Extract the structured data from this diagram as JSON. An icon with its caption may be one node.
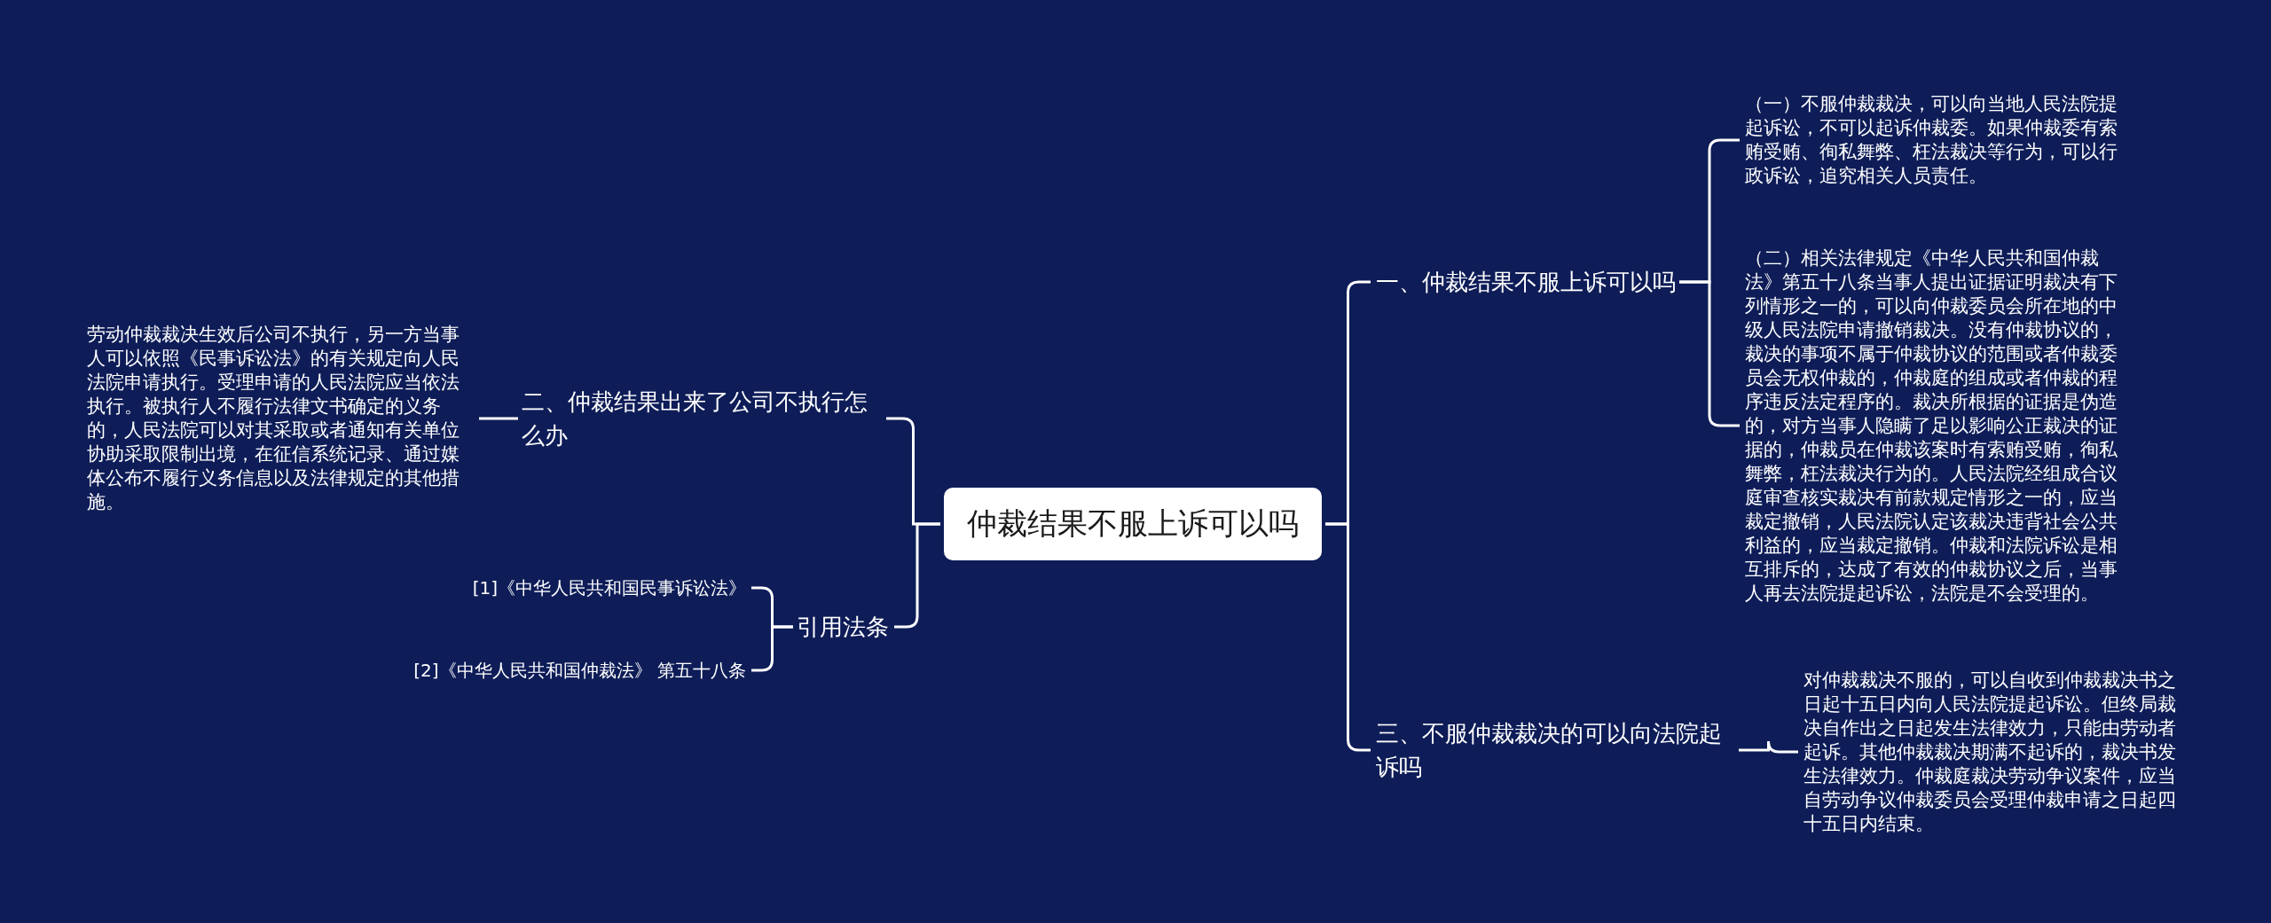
{
  "diagram": {
    "nodes": [
      {
        "text": [
          "仲裁结果不服上诉可以吗"
        ]
      },
      {
        "text": [
          "一、仲裁结果不服上诉可以吗"
        ]
      },
      {
        "text": [
          "（一）不服仲裁裁决，可以向当地人民法院提起诉讼，不可以起诉仲裁委。如果仲裁委有索贿受贿、徇私舞弊、枉法裁决等行为，可以行政诉讼，追究相关人员责任。"
        ]
      },
      {
        "text": [
          "（二）相关法律规定《中华人民共和国仲裁法》第五十八条当事人提出证据证明裁决有下列情形之一的，可以向仲裁委员会所在地的中级人民法院申请撤销裁决。没有仲裁协议的，裁决的事项不属于仲裁协议的范围或者仲裁委员会无权仲裁的，仲裁庭的组成或者仲裁的程序违反法定程序的。裁决所根据的证据是伪造的，对方当事人隐瞒了足以影响公正裁决的证据的，仲裁员在仲裁该案时有索贿受贿，徇私舞弊，枉法裁决行为的。人民法院经组成合议庭审查核实裁决有前款规定情形之一的，应当裁定撤销，人民法院认定该裁决违背社会公共利益的，应当裁定撤销。仲裁和法院诉讼是相互排斥的，达成了有效的仲裁协议之后，当事人再去法院提起诉讼，法院是不会受理的。"
        ]
      },
      {
        "text": [
          "三、不服仲裁裁决的可以向法院起诉吗"
        ]
      },
      {
        "text": [
          "对仲裁裁决不服的，可以自收到仲裁裁决书之日起十五日内向人民法院提起诉讼。但终局裁决自作出之日起发生法律效力，只能由劳动者起诉。其他仲裁裁决期满不起诉的，裁决书发生法律效力。仲裁庭裁决劳动争议案件，应当自劳动争议仲裁委员会受理仲裁申请之日起四十五日内结束。"
        ]
      },
      {
        "text": [
          "二、仲裁结果出来了公司不执行怎么办"
        ]
      },
      {
        "text": [
          "劳动仲裁裁决生效后公司不执行，另一方当事人可以依照《民事诉讼法》的有关规定向人民法院申请执行。受理申请的人民法院应当依法执行。被执行人不履行法律文书确定的义务的，人民法院可以对其采取或者通知有关单位协助采取限制出境，在征信系统记录、通过媒体公布不履行义务信息以及法律规定的其他措施。"
        ]
      },
      {
        "text": [
          "引用法条"
        ]
      },
      {
        "text": [
          "[1]《中华人民共和国民事诉讼法》"
        ]
      },
      {
        "text": [
          "[2]《中华人民共和国仲裁法》 第五十八条"
        ]
      }
    ],
    "edges": [
      {
        "from": 0,
        "to": 1,
        "arrow": "none"
      },
      {
        "from": 0,
        "to": 4,
        "arrow": "none"
      },
      {
        "from": 1,
        "to": 2,
        "arrow": "none"
      },
      {
        "from": 1,
        "to": 3,
        "arrow": "none"
      },
      {
        "from": 4,
        "to": 5,
        "arrow": "none"
      },
      {
        "from": 0,
        "to": 6,
        "arrow": "none"
      },
      {
        "from": 0,
        "to": 8,
        "arrow": "none"
      },
      {
        "from": 6,
        "to": 7,
        "arrow": "none"
      },
      {
        "from": 8,
        "to": 9,
        "arrow": "none"
      },
      {
        "from": 8,
        "to": 10,
        "arrow": "none"
      }
    ]
  }
}
